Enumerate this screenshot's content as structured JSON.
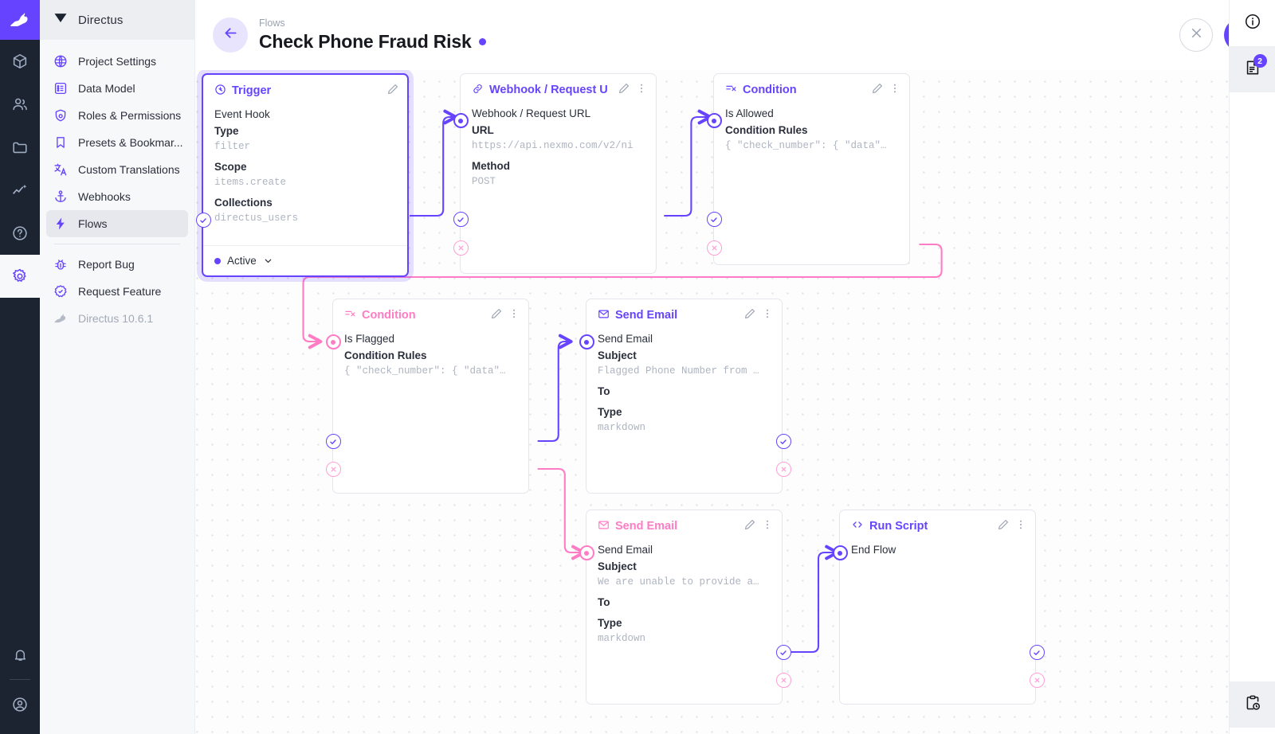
{
  "app": {
    "brand": "Directus",
    "version_label": "Directus 10.6.1"
  },
  "rail": {
    "items": [
      {
        "name": "logo",
        "icon": "rabbit-logo-icon"
      },
      {
        "name": "content",
        "icon": "box-icon"
      },
      {
        "name": "user-directory",
        "icon": "people-icon"
      },
      {
        "name": "file-library",
        "icon": "folder-icon"
      },
      {
        "name": "insights",
        "icon": "analytics-icon"
      },
      {
        "name": "documentation",
        "icon": "help-circle-icon"
      },
      {
        "name": "settings",
        "icon": "gear-icon"
      }
    ],
    "bottom": [
      {
        "name": "notifications",
        "icon": "bell-icon"
      },
      {
        "name": "account",
        "icon": "user-circle-icon"
      }
    ]
  },
  "sidebar": {
    "title": "Directus",
    "items": [
      {
        "label": "Project Settings",
        "icon": "globe-icon",
        "selected": false
      },
      {
        "label": "Data Model",
        "icon": "list-box-icon",
        "selected": false
      },
      {
        "label": "Roles & Permissions",
        "icon": "shield-lock-icon",
        "selected": false
      },
      {
        "label": "Presets & Bookmar...",
        "icon": "bookmark-icon",
        "selected": false
      },
      {
        "label": "Custom Translations",
        "icon": "translate-icon",
        "selected": false
      },
      {
        "label": "Webhooks",
        "icon": "anchor-icon",
        "selected": false
      },
      {
        "label": "Flows",
        "icon": "bolt-icon",
        "selected": true
      }
    ],
    "secondary": [
      {
        "label": "Report Bug",
        "icon": "bug-icon"
      },
      {
        "label": "Request Feature",
        "icon": "badge-check-icon"
      }
    ],
    "version": "Directus 10.6.1"
  },
  "header": {
    "breadcrumb": "Flows",
    "title": "Check Phone Fraud Risk",
    "status_dot": "active",
    "back_icon": "arrow-left-icon",
    "cancel_icon": "close-icon",
    "save_icon": "check-icon"
  },
  "drawer": {
    "items": [
      {
        "name": "info",
        "icon": "info-circle-icon",
        "badge": null
      },
      {
        "name": "revisions",
        "icon": "document-list-icon",
        "badge": "2"
      }
    ],
    "bottom": [
      {
        "name": "logs",
        "icon": "clipboard-clock-icon"
      }
    ]
  },
  "colors": {
    "accent": "#6644ff",
    "pink": "#ff7cc4",
    "reject": "#ff9ed4",
    "canvas": "#fdfdfe",
    "grid_dot": "#dcdfe6"
  },
  "flow": {
    "nodes": [
      {
        "id": "trigger",
        "type_label": "Trigger",
        "type_icon": "trigger-icon",
        "accent": "purple",
        "selected": true,
        "name": "Event Hook",
        "fields": [
          {
            "label": "Type",
            "value": "filter"
          },
          {
            "label": "Scope",
            "value": "items.create"
          },
          {
            "label": "Collections",
            "value": "directus_users"
          }
        ],
        "footer": {
          "label": "Active",
          "chevron": "chevron-down-icon"
        }
      },
      {
        "id": "webhook",
        "type_label": "Webhook / Request U",
        "type_icon": "link-icon",
        "accent": "purple",
        "selected": false,
        "name": "Webhook / Request URL",
        "fields": [
          {
            "label": "URL",
            "value": "https://api.nexmo.com/v2/ni"
          },
          {
            "label": "Method",
            "value": "POST"
          }
        ]
      },
      {
        "id": "cond-allowed",
        "type_label": "Condition",
        "type_icon": "condition-icon",
        "accent": "purple",
        "selected": false,
        "name": "Is Allowed",
        "fields": [
          {
            "label": "Condition Rules",
            "value": "{ \"check_number\": { \"data\"…"
          }
        ]
      },
      {
        "id": "cond-flagged",
        "type_label": "Condition",
        "type_icon": "condition-icon",
        "accent": "pink",
        "selected": false,
        "name": "Is Flagged",
        "fields": [
          {
            "label": "Condition Rules",
            "value": "{ \"check_number\": { \"data\"…"
          }
        ]
      },
      {
        "id": "mail-flagged",
        "type_label": "Send Email",
        "type_icon": "envelope-icon",
        "accent": "purple",
        "selected": false,
        "name": "Send Email",
        "fields": [
          {
            "label": "Subject",
            "value": "Flagged Phone Number from …"
          },
          {
            "label": "To",
            "value": ""
          },
          {
            "label": "Type",
            "value": "markdown"
          }
        ]
      },
      {
        "id": "mail-unable",
        "type_label": "Send Email",
        "type_icon": "envelope-icon",
        "accent": "pink",
        "selected": false,
        "name": "Send Email",
        "fields": [
          {
            "label": "Subject",
            "value": "We are unable to provide a…"
          },
          {
            "label": "To",
            "value": ""
          },
          {
            "label": "Type",
            "value": "markdown"
          }
        ]
      },
      {
        "id": "run-script",
        "type_label": "Run Script",
        "type_icon": "code-icon",
        "accent": "purple",
        "selected": false,
        "name": "End Flow",
        "fields": []
      }
    ]
  }
}
